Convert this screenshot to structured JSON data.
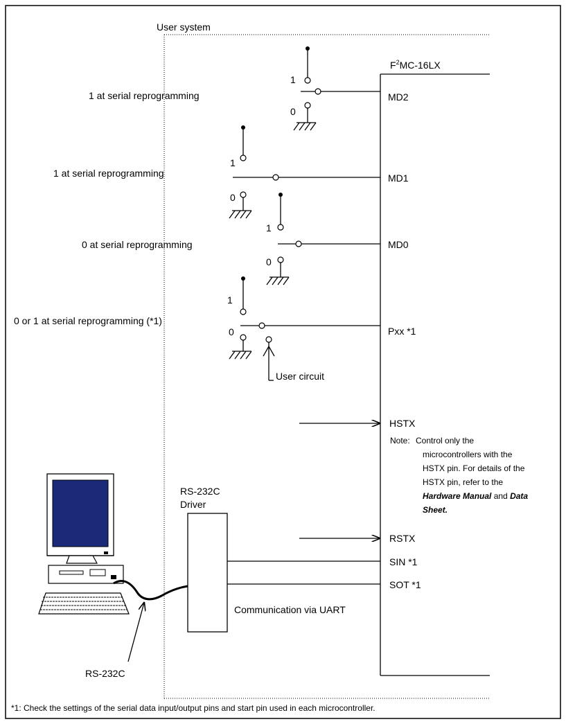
{
  "user_system_label": "User system",
  "chip": {
    "name_prefix": "F",
    "name_sup": "2",
    "name_suffix": "MC-16LX"
  },
  "pins": {
    "md2": "MD2",
    "md1": "MD1",
    "md0": "MD0",
    "pxx": "Pxx *1",
    "hstx": "HSTX",
    "rstx": "RSTX",
    "sin": "SIN *1",
    "sot": "SOT *1"
  },
  "settings": {
    "md2": "1 at serial reprogramming",
    "md1": "1 at serial reprogramming",
    "md0": "0 at serial reprogramming",
    "pxx": "0 or 1 at serial reprogramming (*1)"
  },
  "switch_values": {
    "one": "1",
    "zero": "0"
  },
  "user_circuit": "User circuit",
  "driver": {
    "line1": "RS-232C",
    "line2": "Driver"
  },
  "communication": "Communication via UART",
  "cable_label": "RS-232C",
  "note": {
    "prefix": "Note:",
    "line1": "Control only the",
    "line2": "microcontrollers with the",
    "line3": "HSTX pin.    For details of the",
    "line4": "HSTX pin, refer to the",
    "hw_manual": "Hardware Manual",
    "and": " and ",
    "data": "Data",
    "sheet": "Sheet."
  },
  "footnote": "*1:   Check the settings of the serial data input/output pins and start pin used in each microcontroller."
}
